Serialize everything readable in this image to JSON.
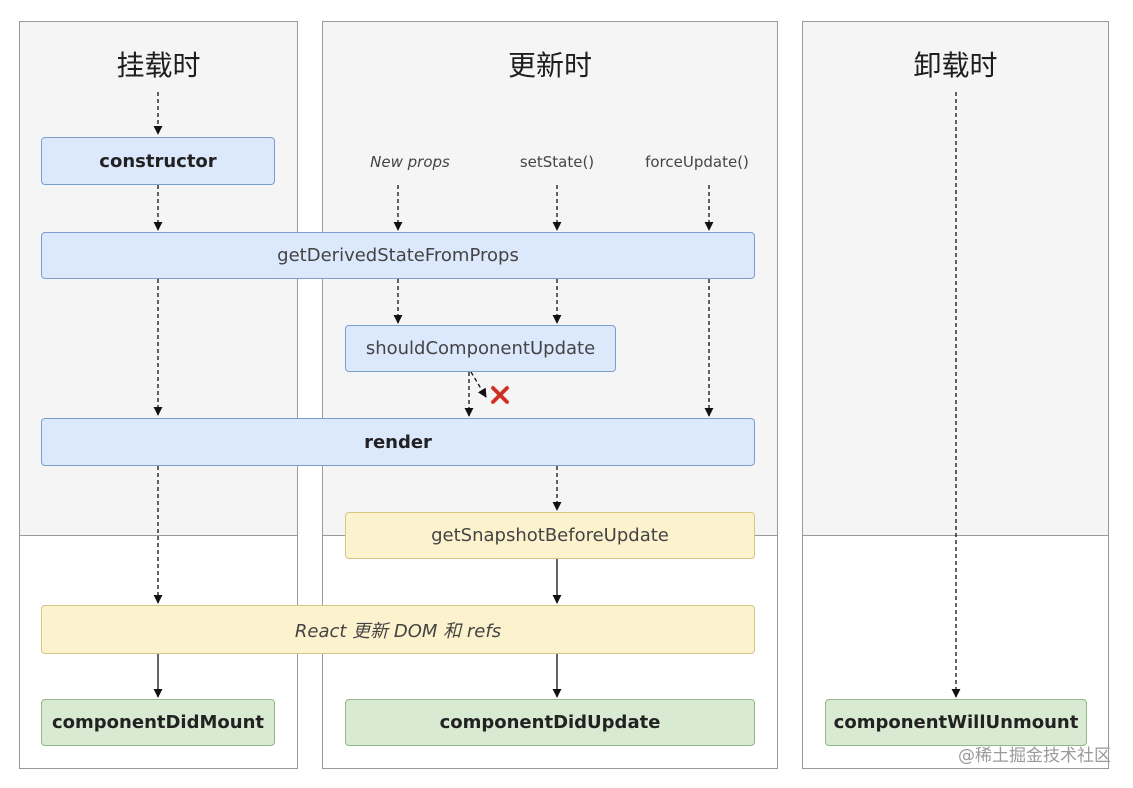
{
  "columns": {
    "mount": {
      "title": "挂载时"
    },
    "update": {
      "title": "更新时"
    },
    "unmount": {
      "title": "卸载时"
    }
  },
  "triggers": {
    "new_props": "New props",
    "set_state": "setState()",
    "force_update": "forceUpdate()"
  },
  "nodes": {
    "constructor": "constructor",
    "get_derived_state": "getDerivedStateFromProps",
    "should_component_update": "shouldComponentUpdate",
    "render": "render",
    "get_snapshot": "getSnapshotBeforeUpdate",
    "react_updates_dom": "React 更新 DOM 和 refs",
    "component_did_mount": "componentDidMount",
    "component_did_update": "componentDidUpdate",
    "component_will_unmount": "componentWillUnmount"
  },
  "watermark": "@稀土掘金技术社区",
  "colors": {
    "render_phase_fill": "#dce8fc",
    "precommit_phase_fill": "#fcf3ce",
    "commit_phase_fill": "#d8ead2",
    "cancel_mark": "#d9382a"
  }
}
